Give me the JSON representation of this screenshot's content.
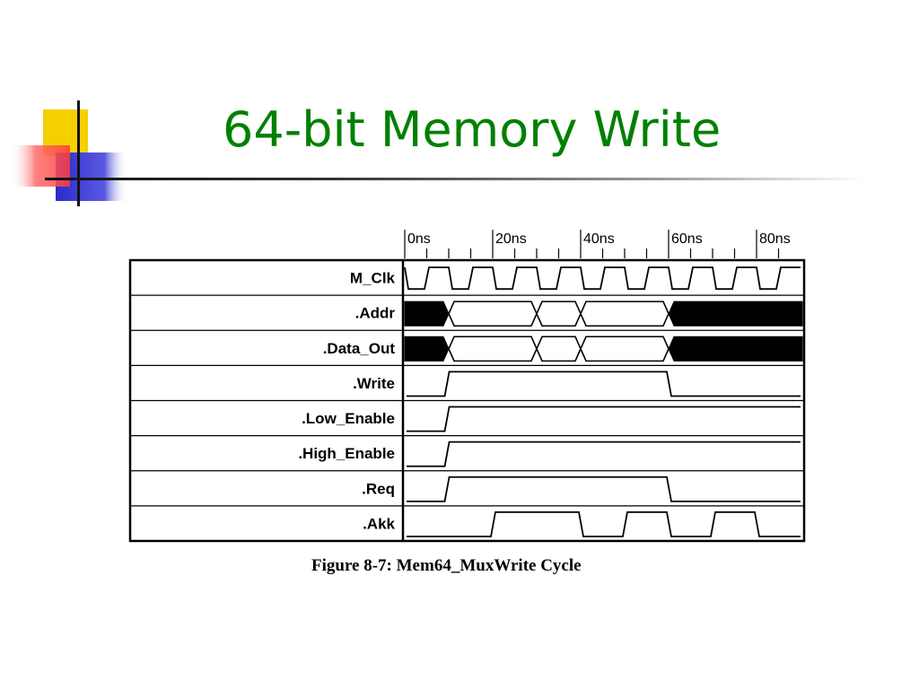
{
  "slide": {
    "title": "64-bit Memory Write"
  },
  "figure": {
    "caption": "Figure 8-7:  Mem64_MuxWrite Cycle",
    "time_ticks": [
      "0ns",
      "20ns",
      "40ns",
      "60ns",
      "80ns"
    ],
    "signals": [
      {
        "name": "M_Clk",
        "kind": "clock"
      },
      {
        "name": ".Addr",
        "kind": "bus"
      },
      {
        "name": ".Data_Out",
        "kind": "bus"
      },
      {
        "name": ".Write",
        "kind": "digital"
      },
      {
        "name": ".Low_Enable",
        "kind": "digital"
      },
      {
        "name": ".High_Enable",
        "kind": "digital"
      },
      {
        "name": ".Req",
        "kind": "digital"
      },
      {
        "name": ".Akk",
        "kind": "digital"
      }
    ]
  },
  "colors": {
    "title": "#008000",
    "logo_yellow": "#f5d000",
    "logo_red": "#ff5a5a",
    "logo_blue": "#3333cc"
  }
}
